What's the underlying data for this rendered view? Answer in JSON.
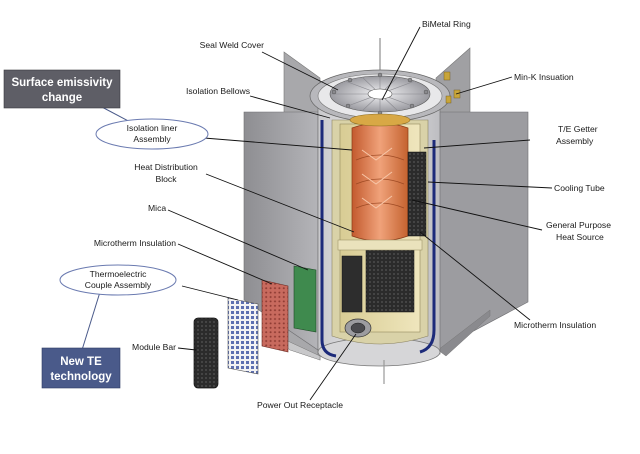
{
  "labels": {
    "bimetal_ring": "BiMetal Ring",
    "seal_weld_cover": "Seal Weld Cover",
    "min_k_insulation": "Min-K Insuation",
    "isolation_bellows": "Isolation Bellows",
    "isolation_liner_1": "Isolation liner",
    "isolation_liner_2": "Assembly",
    "te_getter_1": "T/E Getter",
    "te_getter_2": "Assembly",
    "heat_distribution_1": "Heat Distribution",
    "heat_distribution_2": "Block",
    "cooling_tube": "Cooling Tube",
    "mica": "Mica",
    "gphs_1": "General Purpose",
    "gphs_2": "Heat Source",
    "microtherm_left": "Microtherm Insulation",
    "thermoelectric_1": "Thermoelectric",
    "thermoelectric_2": "Couple Assembly",
    "microtherm_right": "Microtherm Insulation",
    "module_bar": "Module Bar",
    "power_out": "Power Out Receptacle"
  },
  "callouts": {
    "surface_emissivity_1": "Surface emissivity",
    "surface_emissivity_2": "change",
    "new_te_1": "New TE",
    "new_te_2": "technology"
  },
  "colors": {
    "callout_box_top": "#5e5e66",
    "callout_box_bottom": "#4a5a8a",
    "fin": "#9a9a9c",
    "fin_dark": "#7c7c80",
    "cooling_tube": "#1c2a7a",
    "heat_source": "#d9794a",
    "liner": "#e6dcaa",
    "te_module": "#c86a5e",
    "module_bar": "#2b2b2b"
  }
}
